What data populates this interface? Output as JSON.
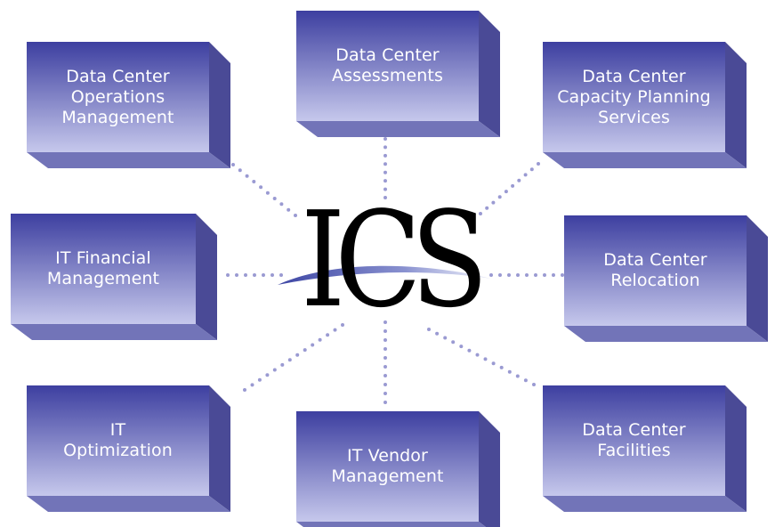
{
  "logo": {
    "text": "ICS"
  },
  "colors": {
    "box_front_top": "#3d3fa0",
    "box_front_bottom": "#c6c8ec",
    "box_side": "#4a4a96",
    "box_bottom": "#7274b8",
    "connector": "#9a9ad2",
    "swoosh": "#5560b0"
  },
  "boxes": [
    {
      "id": "operations-management",
      "label": "Data Center\nOperations\nManagement"
    },
    {
      "id": "assessments",
      "label": "Data Center\nAssessments"
    },
    {
      "id": "capacity-planning",
      "label": "Data Center\nCapacity Planning\nServices"
    },
    {
      "id": "it-financial-management",
      "label": "IT Financial\nManagement"
    },
    {
      "id": "relocation",
      "label": "Data Center\nRelocation"
    },
    {
      "id": "it-optimization",
      "label": "IT\nOptimization"
    },
    {
      "id": "it-vendor-management",
      "label": "IT Vendor\nManagement"
    },
    {
      "id": "facilities",
      "label": "Data Center\nFacilities"
    }
  ]
}
